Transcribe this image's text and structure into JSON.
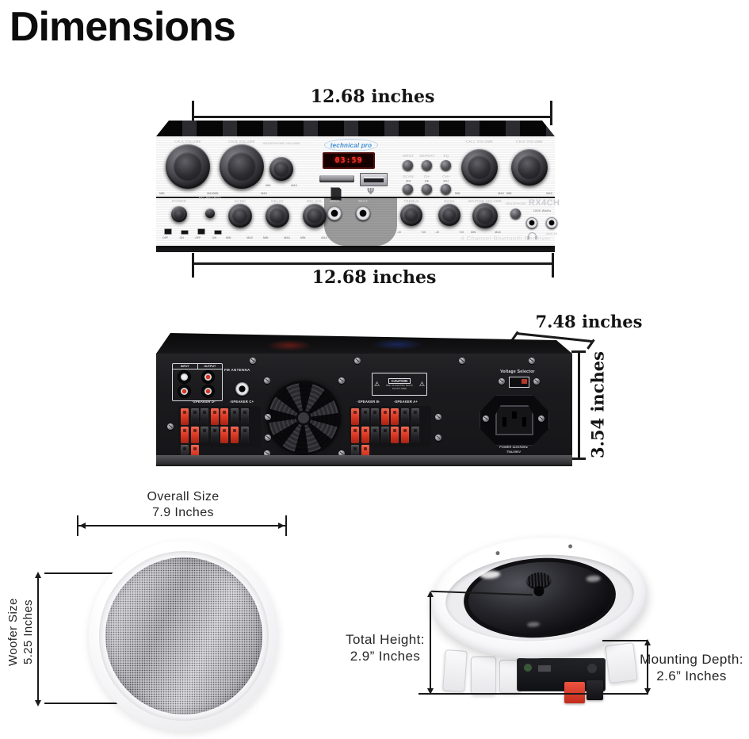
{
  "title": "Dimensions",
  "amp_front": {
    "width_top": "12.68 inches",
    "width_bottom": "12.68 inches",
    "brand": "technical pro",
    "display_time": "03:59",
    "labels": {
      "ch_a": "CH.A VOLUME",
      "ch_b": "CH.B VOLUME",
      "hp_vol": "HEADPHONE VOLUME",
      "input": "INPUT",
      "repeat": "REPEAT",
      "eq": "EQ",
      "scan": "SCAN",
      "ch_down": "CH-",
      "ch_up": "CH+",
      "ch_c": "CH.C VOLUME",
      "ch_d": "CH.D VOLUME",
      "power": "POWER",
      "mic_priority": "MIC PRIORITY",
      "echo": "ECHO",
      "delay": "DELAY",
      "mic_vol": "MIC VOL",
      "mic1": "MIC1",
      "mic2": "MIC2",
      "treble": "TREBLE",
      "bass": "BASS",
      "master": "MASTER VOLUME",
      "headphone": "HEADPHONE",
      "model": "RX4CH",
      "watts": "1500 Watts",
      "aux_in": "AUX IN",
      "tagline": "4 Channel Bluetooth Receiver",
      "min": "MIN",
      "max": "MAX",
      "m10": "-10",
      "p10": "+10",
      "off": "OFF",
      "on": "ON"
    },
    "icons": {
      "prev": "|◀◀",
      "play": "▶▶",
      "next": "▶▶|",
      "usb": "Ψ"
    }
  },
  "amp_back": {
    "depth": "7.48 inches",
    "height": "3.54 inches",
    "labels": {
      "input": "INPUT",
      "output": "OUTPUT",
      "fm": "FM ANTENNA",
      "caution": "CAUTION",
      "caution1": "RISK OF ELECTRIC SHOCK",
      "caution2": "DO NOT OPEN",
      "warn_icon": "⚠",
      "spk_d": "-SPEAKER D-",
      "spk_c": "-SPEAKER C+",
      "spk_b": "-SPEAKER B-",
      "spk_a": "-SPEAKER A+",
      "voltage": "Voltage Selector",
      "power1": "POWER 110V/60Hz",
      "power2": "T5A/250V"
    }
  },
  "left_speaker": {
    "overall_label": "Overall Size",
    "overall_value": "7.9 Inches",
    "woofer_label": "Woofer Size",
    "woofer_value": "5.25 Inches"
  },
  "right_speaker": {
    "height_label": "Total Height:",
    "height_value": "2.9” Inches",
    "depth_label": "Mounting Depth:",
    "depth_value": "2.6” Inches"
  },
  "colors": {
    "led_red": "#ff392c",
    "logo_blue": "#3f8fd6",
    "terminal_red": "#e2402e",
    "line": "#1a1a1a"
  }
}
